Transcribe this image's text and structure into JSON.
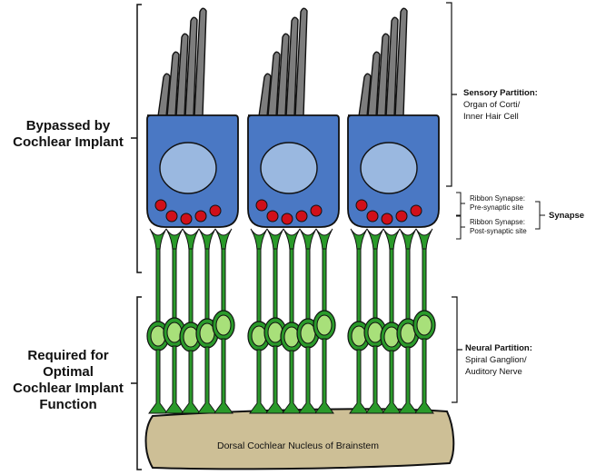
{
  "left_labels": {
    "bypassed_line1": "Bypassed by",
    "bypassed_line2": "Cochlear Implant",
    "required_line1": "Required for",
    "required_line2": "Optimal",
    "required_line3": "Cochlear Implant",
    "required_line4": "Function"
  },
  "right_labels": {
    "sensory_title": "Sensory Partition:",
    "sensory_line1": "Organ of Corti/",
    "sensory_line2": "Inner Hair Cell",
    "pre_line1": "Ribbon Synapse:",
    "pre_line2": "Pre-synaptic site",
    "post_line1": "Ribbon Synapse:",
    "post_line2": "Post-synaptic site",
    "synapse": "Synapse",
    "neural_title": "Neural Partition:",
    "neural_line1": "Spiral Ganglion/",
    "neural_line2": "Auditory Nerve"
  },
  "brainstem_label": "Dorsal Cochlear Nucleus of Brainstem",
  "colors": {
    "hair_cell": "#4a78c4",
    "nucleus": "#9ab8e0",
    "stereocilia": "#7d7d7d",
    "ribbon": "#d0101a",
    "neuron": "#2a9a2a",
    "soma": "#a8e07a",
    "brainstem": "#cdbf96"
  },
  "icons": {
    "hair_cell": "inner-hair-cell-icon",
    "neuron": "spiral-ganglion-neuron-icon"
  }
}
